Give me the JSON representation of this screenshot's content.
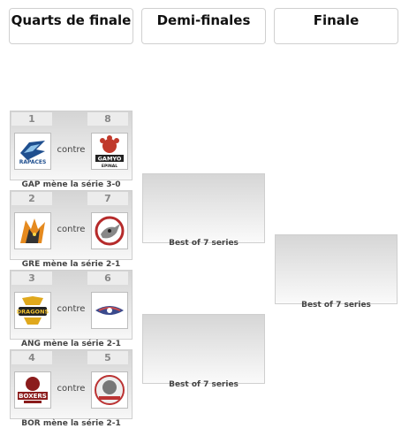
{
  "rounds": [
    "Quarts de finale",
    "Demi-finales",
    "Finale"
  ],
  "connector_word": "contre",
  "quarterfinals": [
    {
      "seed_left": "1",
      "seed_right": "8",
      "logo_left": "rapaces-logo",
      "logo_right": "gamyo-epinal-logo",
      "logo_right_text": "GAMYO",
      "logo_right_sub": "EPINAL",
      "status": "GAP mène la série 3-0"
    },
    {
      "seed_left": "2",
      "seed_right": "7",
      "logo_left": "bruleurs-de-loups-logo",
      "logo_right": "rhino-logo",
      "status": "GRE mène la série 2-1"
    },
    {
      "seed_left": "3",
      "seed_right": "6",
      "logo_left": "ducs-dragons-logo",
      "logo_right": "mulhouse-logo",
      "logo_left_text": "DRAGONS",
      "status": "ANG mène la série 2-1"
    },
    {
      "seed_left": "4",
      "seed_right": "5",
      "logo_left": "boxers-logo",
      "logo_right": "lions-logo",
      "logo_left_text": "BOXERS",
      "status": "BOR mène la série 2-1"
    }
  ],
  "semifinals": [
    {
      "label": "Best of 7 series"
    },
    {
      "label": "Best of 7 series"
    }
  ],
  "final": {
    "label": "Best of 7 series"
  },
  "colors": {
    "border": "#cfcfcf",
    "seed_bg": "#ececec",
    "gradient_top": "#d4d4d4",
    "gradient_bottom": "#f7f7f7"
  }
}
